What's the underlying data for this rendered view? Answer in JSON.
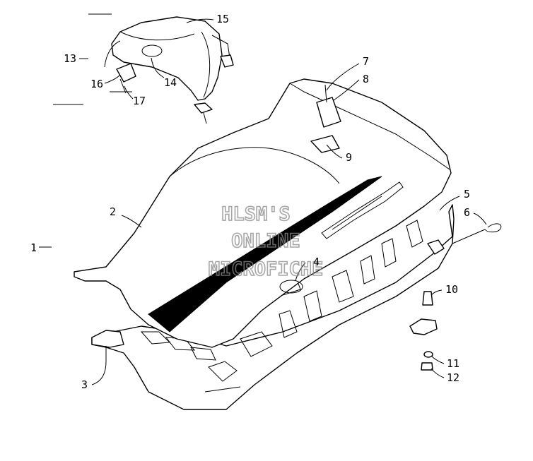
{
  "callouts": {
    "p1": "1",
    "p2": "2",
    "p3": "3",
    "p4": "4",
    "p5": "5",
    "p6": "6",
    "p7": "7",
    "p8": "8",
    "p9": "9",
    "p10": "10",
    "p11": "11",
    "p12": "12",
    "p13": "13",
    "p14": "14",
    "p15": "15",
    "p16": "16",
    "p17": "17"
  },
  "watermark": {
    "line1": "HLSM'S",
    "line2": "ONLINE",
    "line3": "MICROFICHE"
  },
  "colors": {
    "ink": "#000000",
    "watermark": "#8a8a8a",
    "background": "#ffffff"
  }
}
